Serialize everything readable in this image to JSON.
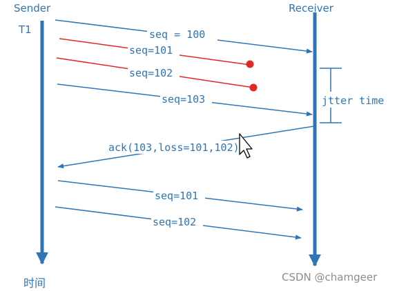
{
  "header": {
    "sender": "Sender",
    "receiver": "Receiver",
    "t1": "T1"
  },
  "messages": {
    "seq100": "seq = 100",
    "seq101_lost": "seq=101",
    "seq102_lost": "seq=102",
    "seq103": "seq=103",
    "ack": "ack(103,loss=101,102)",
    "seq101_resend": "seq=101",
    "seq102_resend": "seq=102"
  },
  "jitter_label": "jtter time",
  "time_label": "时间",
  "watermark": "CSDN @chamgeer",
  "colors": {
    "blue": "#2e75b6",
    "red": "#e32626",
    "gray": "#8c8c8c"
  }
}
